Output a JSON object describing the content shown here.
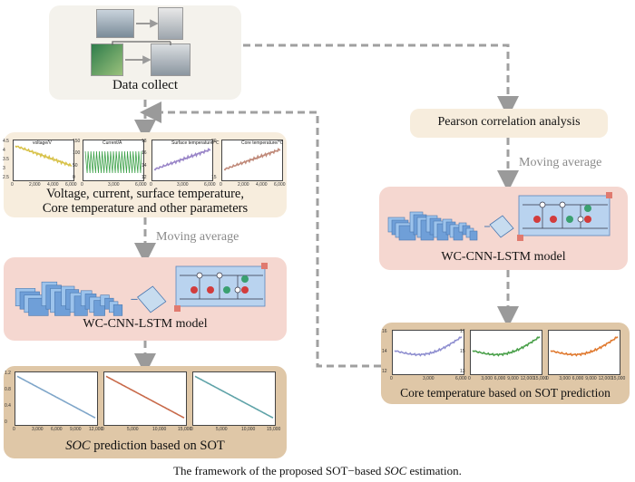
{
  "data_collect": {
    "label": "Data collect"
  },
  "pearson": {
    "label": "Pearson correlation analysis"
  },
  "moving_average_left": "Moving average",
  "moving_average_right": "Moving average",
  "params_box": {
    "line1": "Voltage, current, surface temperature,",
    "line2": "Core temperature and other parameters",
    "plots": [
      {
        "title": "voltage/V",
        "yticks": [
          "4.5",
          "4",
          "3.5",
          "3",
          "2.5"
        ],
        "xticks": [
          "0",
          "2,000",
          "4,000",
          "6,000"
        ],
        "color": "#d8c24a"
      },
      {
        "title": "Current/A",
        "yticks": [
          "150",
          "100",
          "50",
          "0"
        ],
        "xticks": [
          "0",
          "3,000",
          "6,000"
        ],
        "color": "#3ea24a"
      },
      {
        "title": "Surface temperature/℃",
        "yticks": [
          "18",
          "16",
          "14",
          "12"
        ],
        "xticks": [
          "0",
          "3,000",
          "6,000"
        ],
        "color": "#9a86c8"
      },
      {
        "title": "Core temperature/℃",
        "yticks": [
          "20",
          "15"
        ],
        "xticks": [
          "0",
          "2,000",
          "4,000",
          "6,000"
        ],
        "color": "#c08a7a"
      }
    ]
  },
  "model_left": {
    "label": "WC-CNN-LSTM  model"
  },
  "model_right": {
    "label": "WC-CNN-LSTM  model"
  },
  "soc_box": {
    "label_italic": "SOC",
    "label_rest": " prediction based on SOT",
    "plots": [
      {
        "yticks": [
          "1.2",
          "0.8",
          "0.4",
          "0"
        ],
        "xticks": [
          "0",
          "3,000",
          "6,000",
          "9,000",
          "12,000"
        ],
        "color": "#7fa6c9"
      },
      {
        "yticks": [],
        "xticks": [
          "0",
          "5,000",
          "10,000",
          "15,000"
        ],
        "color": "#c86a4a"
      },
      {
        "yticks": [],
        "xticks": [
          "0",
          "5,000",
          "10,000",
          "15,000"
        ],
        "color": "#5fa3a8"
      }
    ]
  },
  "core_box": {
    "label": "Core temperature  based on SOT prediction",
    "plots": [
      {
        "yticks": [
          "16",
          "14",
          "12"
        ],
        "xticks": [
          "0",
          "3,000",
          "6,000"
        ],
        "color": "#8f8fd0"
      },
      {
        "yticks": [
          "17",
          "15",
          "13"
        ],
        "xticks": [
          "0",
          "3,000",
          "6,000",
          "9,000",
          "12,000",
          "15,000"
        ],
        "color": "#4aa04a"
      },
      {
        "yticks": [],
        "xticks": [
          "0",
          "3,000",
          "6,000",
          "9,000",
          "12,000",
          "15,000"
        ],
        "color": "#e07a30"
      }
    ]
  },
  "caption": {
    "prefix": "The framework of the proposed SOT−based ",
    "italic": "SOC",
    "suffix": " estimation."
  }
}
